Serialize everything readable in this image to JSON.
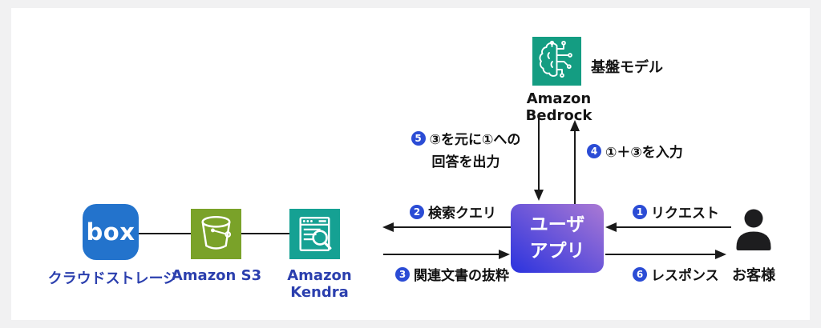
{
  "nodes": {
    "box": {
      "logo": "box",
      "caption": "クラウドストレージ",
      "color": "#2373cc"
    },
    "s3": {
      "caption": "Amazon S3",
      "color": "#7aa229"
    },
    "kendra": {
      "caption": "Amazon Kendra",
      "color": "#15a193"
    },
    "bedrock": {
      "caption": "Amazon Bedrock",
      "side_label": "基盤モデル",
      "color": "#149d82"
    },
    "user_app": {
      "line1": "ユーザ",
      "line2": "アプリ",
      "gradient_from": "#2b33de",
      "gradient_to": "#aa79d4"
    },
    "customer": {
      "caption": "お客様",
      "color": "#1d1d1f"
    }
  },
  "steps": [
    {
      "num": "1",
      "label": "リクエスト"
    },
    {
      "num": "2",
      "label": "検索クエリ"
    },
    {
      "num": "3",
      "label": "関連文書の抜粋"
    },
    {
      "num": "4",
      "label": "①＋③を入力"
    },
    {
      "num": "5",
      "line1": "③を元に①への",
      "line2": "回答を出力"
    },
    {
      "num": "6",
      "label": "レスポンス"
    }
  ],
  "colors": {
    "badge": "#2b4cd5",
    "caption_blue": "#2b3fae",
    "line": "#1a1a1a",
    "panel_bg": "#ffffff",
    "frame_bg": "#f1f1f2"
  }
}
